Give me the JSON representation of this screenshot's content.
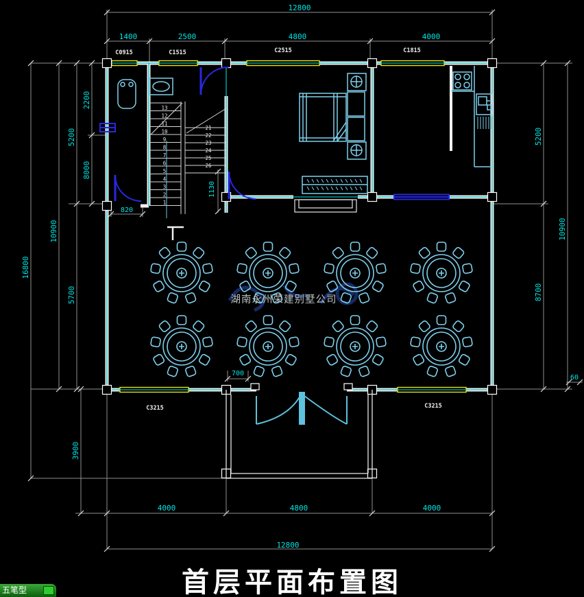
{
  "drawing": {
    "title": "首层平面布置图",
    "watermark": "湖南永州荣建别墅公司"
  },
  "ime": {
    "label": "五笔型"
  },
  "dims": {
    "top_overall": "12800",
    "top_segs": [
      "1400",
      "2500",
      "4800",
      "4000"
    ],
    "bottom_segs": [
      "4000",
      "4800",
      "4000"
    ],
    "bottom_overall": "12800",
    "left": {
      "d2200": "2200",
      "d8000": "8000",
      "d5200": "5200",
      "d5700": "5700",
      "d10900": "10900",
      "d16800": "16800",
      "d3900": "3900"
    },
    "right": {
      "d5200": "5200",
      "d8700": "8700",
      "d10900": "10900",
      "d60": "60"
    },
    "inner": {
      "d820": "820",
      "d1130": "1130",
      "d700": "700"
    }
  },
  "windows": {
    "top": [
      "C0915",
      "C1515",
      "C2515",
      "C1815"
    ],
    "bottom_left": "C3215",
    "bottom_right": "C3215"
  },
  "stairs": {
    "left_flight": [
      "1",
      "2",
      "3",
      "4",
      "5",
      "6",
      "7",
      "8",
      "9",
      "10",
      "11",
      "12",
      "13"
    ],
    "right_flight": [
      "21",
      "22",
      "23",
      "24",
      "25",
      "26"
    ]
  },
  "colors": {
    "dim_text": "#00e5e5",
    "wall": "#f2f2f2",
    "wall_center": "#00b8b8",
    "window": "#e8e800",
    "door": "#2828e0",
    "furniture": "#7fd0ec",
    "background": "#000000"
  }
}
